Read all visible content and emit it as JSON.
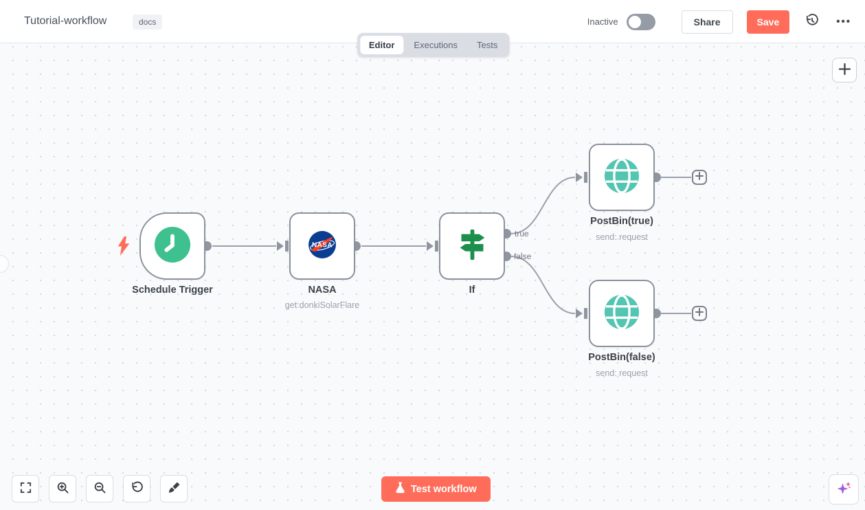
{
  "header": {
    "title": "Tutorial-workflow",
    "tag": "docs",
    "activation": {
      "label": "Inactive",
      "state": "off"
    },
    "share_button": "Share",
    "save_button": "Save"
  },
  "tabs": [
    {
      "label": "Editor",
      "active": true
    },
    {
      "label": "Executions",
      "active": false
    },
    {
      "label": "Tests",
      "active": false
    }
  ],
  "workflow": {
    "nodes": [
      {
        "name": "Schedule Trigger",
        "type": "schedule-trigger"
      },
      {
        "name": "NASA",
        "type": "nasa",
        "subtitle": "get:donkiSolarFlare"
      },
      {
        "name": "If",
        "type": "if",
        "outputs": [
          "true",
          "false"
        ]
      },
      {
        "name": "PostBin(true)",
        "type": "http-request",
        "subtitle": "send: request"
      },
      {
        "name": "PostBin(false)",
        "type": "http-request",
        "subtitle": "send: request"
      }
    ]
  },
  "footer": {
    "test_workflow_button": "Test workflow"
  },
  "colors": {
    "accent": "#ff6d5a",
    "node_border": "#8b919c",
    "connector": "#9aa0ab",
    "schedule_green": "#3ec18f",
    "if_green": "#1d8f4d",
    "globe_teal": "#53c5b1",
    "nasa_blue": "#0b3d91",
    "nasa_red": "#fc3d21",
    "canvas_bg": "#f9fafb"
  }
}
